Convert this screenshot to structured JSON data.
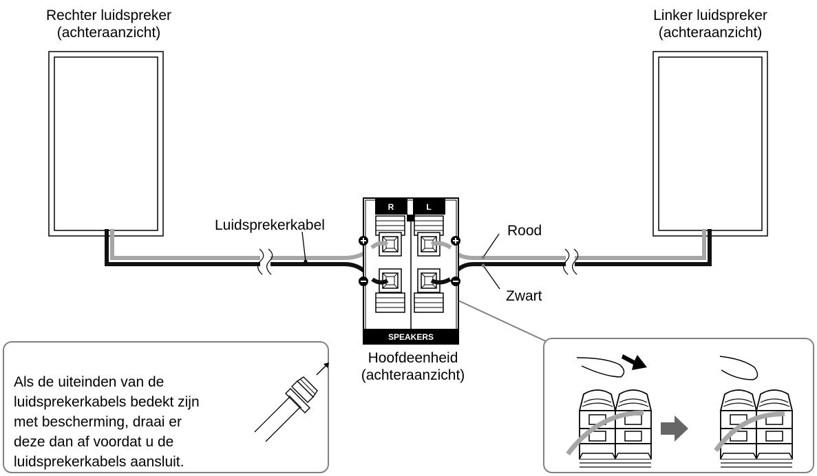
{
  "labels": {
    "right_speaker": [
      "Rechter luidspreker",
      "(achteraanzicht)"
    ],
    "left_speaker": [
      "Linker luidspreker",
      "(achteraanzicht)"
    ],
    "speaker_cable": "Luidsprekerkabel",
    "red": "Rood",
    "black": "Zwart",
    "main_unit": [
      "Hoofdeenheid",
      "(achteraanzicht)"
    ]
  },
  "terminal": {
    "right": "R",
    "left": "L",
    "panel_label": "SPEAKERS",
    "plus_symbol": "+",
    "minus_symbol": "−"
  },
  "note": {
    "lines": [
      "Als de uiteinden van de",
      "luidsprekerkabels bedekt zijn",
      "met bescherming, draai er",
      "deze dan af voordat u de",
      "luidsprekerkabels aansluit."
    ]
  },
  "colors": {
    "red_wire": "#a6a6a6",
    "black_wire": "#111111",
    "box_border": "#808080"
  }
}
